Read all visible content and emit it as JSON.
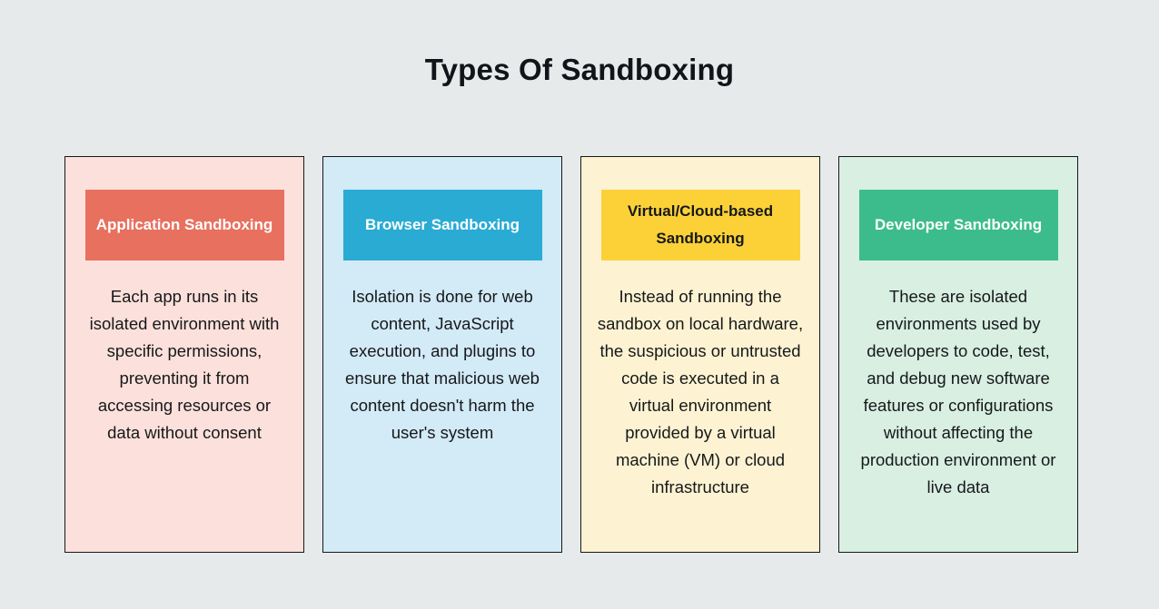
{
  "page": {
    "title": "Types Of Sandboxing",
    "background_color": "#e7eaeb",
    "title_color": "#111418"
  },
  "cards": [
    {
      "header": "Application Sandboxing",
      "body": "Each app runs in its isolated environment with specific permissions, preventing it from accessing resources or data without consent",
      "header_bg": "#e8705f",
      "header_text_color": "#ffffff",
      "card_bg": "#fce0db",
      "border_color": "#16181a"
    },
    {
      "header": "Browser Sandboxing",
      "body": "Isolation is done for web content, JavaScript execution, and plugins to ensure that malicious web content doesn't harm the user's system",
      "header_bg": "#29abd4",
      "header_text_color": "#ffffff",
      "card_bg": "#d3eaf7",
      "border_color": "#16181a"
    },
    {
      "header": "Virtual/Cloud-based Sandboxing",
      "body": "Instead of running the sandbox on local hardware, the suspicious or untrusted code is executed in a virtual environment provided by a virtual machine (VM) or cloud infrastructure",
      "header_bg": "#fcd138",
      "header_text_color": "#16181a",
      "card_bg": "#fdf3d2",
      "border_color": "#16181a"
    },
    {
      "header": "Developer Sandboxing",
      "body": "These are isolated environments used by developers to code, test, and debug new software features or configurations without affecting the production environment or live data",
      "header_bg": "#3cbc8d",
      "header_text_color": "#ffffff",
      "card_bg": "#d8efe2",
      "border_color": "#16181a"
    }
  ]
}
